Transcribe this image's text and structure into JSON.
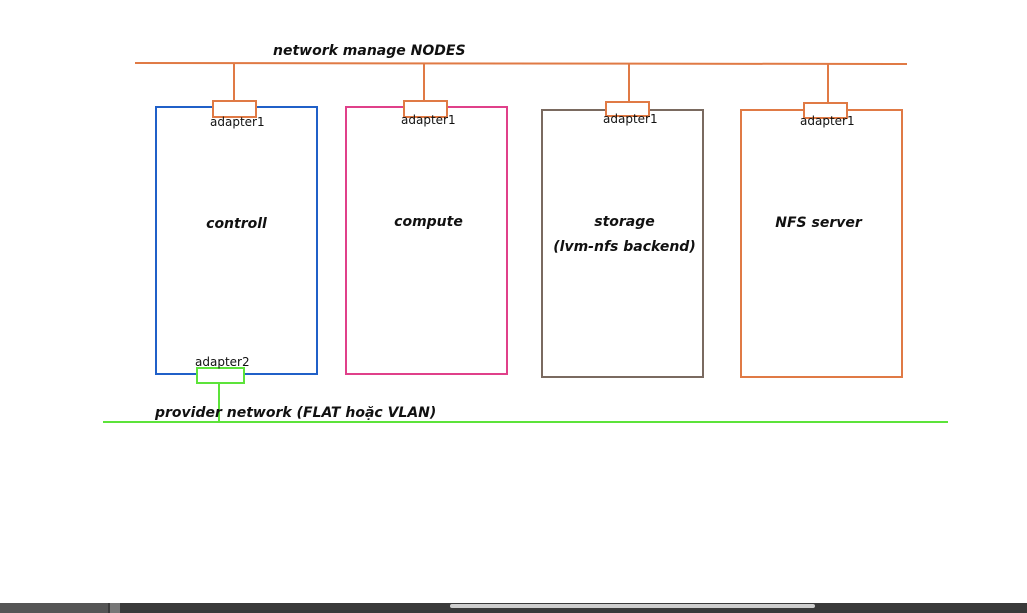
{
  "diagram": {
    "management_network": {
      "label": "network manage NODES",
      "color": "#e07a45"
    },
    "provider_network": {
      "label": "provider network (FLAT hoặc VLAN)",
      "color": "#5ce33a"
    },
    "nodes": [
      {
        "id": "controll",
        "name": [
          "controll"
        ],
        "border": "#2060c8",
        "adapter_label": "adapter1",
        "adapter2_label": "adapter2"
      },
      {
        "id": "compute",
        "name": [
          "compute"
        ],
        "border": "#e0408a",
        "adapter_label": "adapter1"
      },
      {
        "id": "storage",
        "name": [
          "storage",
          "(lvm-nfs backend)"
        ],
        "border": "#7a6a60",
        "adapter_label": "adapter1"
      },
      {
        "id": "nfs-server",
        "name": [
          "NFS server"
        ],
        "border": "#e07a45",
        "adapter_label": "adapter1"
      }
    ]
  }
}
